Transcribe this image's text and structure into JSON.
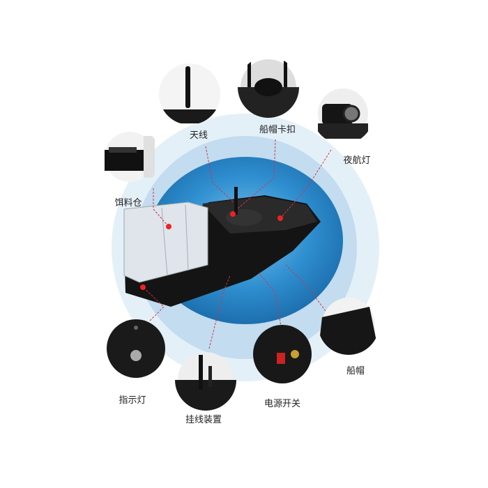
{
  "parts": [
    {
      "id": "antenna",
      "label": "天线"
    },
    {
      "id": "hatch-clip",
      "label": "船帽卡扣"
    },
    {
      "id": "night-light",
      "label": "夜航灯"
    },
    {
      "id": "bait-hopper",
      "label": "饵料仓"
    },
    {
      "id": "hull-cover",
      "label": "船帽"
    },
    {
      "id": "power-switch",
      "label": "电源开关"
    },
    {
      "id": "line-release",
      "label": "挂线装置"
    },
    {
      "id": "indicator-light",
      "label": "指示灯"
    }
  ],
  "colors": {
    "outer_ring": "#d7e8f4",
    "inner_ring": "#b9d5ea",
    "water": "#2f8fd0",
    "leader": "#d2334a",
    "hull": "#1b1b1b"
  }
}
